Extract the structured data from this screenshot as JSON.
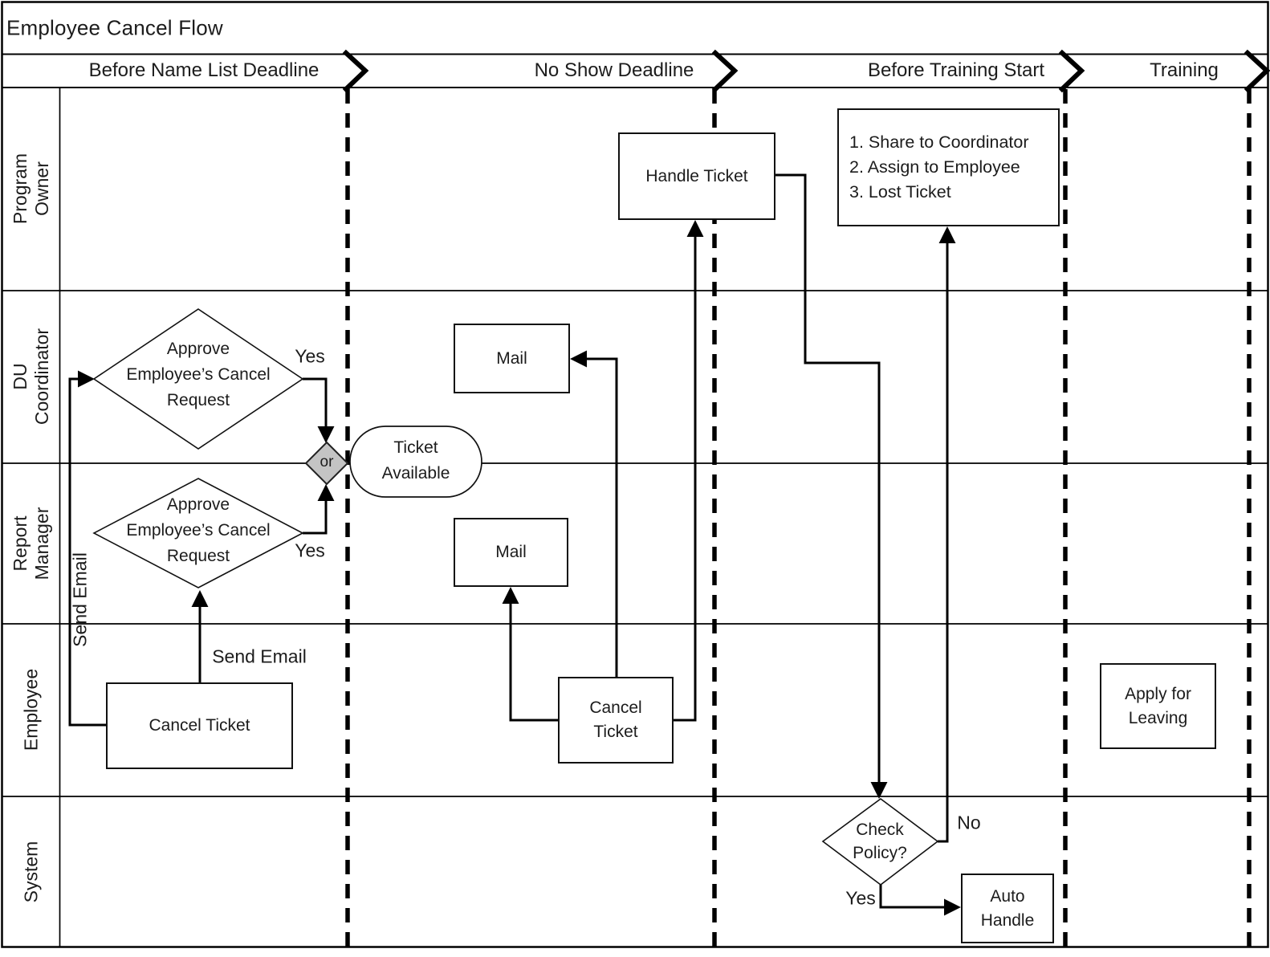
{
  "title": "Employee Cancel Flow",
  "phases": [
    {
      "label": "Before Name List Deadline"
    },
    {
      "label": "No Show Deadline"
    },
    {
      "label": "Before Training Start"
    },
    {
      "label": "Training"
    }
  ],
  "lanes": [
    {
      "label_lines": [
        "Program",
        "Owner"
      ]
    },
    {
      "label_lines": [
        "DU",
        "Coordinator"
      ]
    },
    {
      "label_lines": [
        "Report",
        "Manager"
      ]
    },
    {
      "label_lines": [
        "Employee"
      ]
    },
    {
      "label_lines": [
        "System"
      ]
    }
  ],
  "nodes": {
    "handle_ticket": {
      "label": "Handle Ticket"
    },
    "owner_options": {
      "lines": [
        "1. Share to Coordinator",
        "2. Assign to Employee",
        "3. Lost Ticket"
      ]
    },
    "approve_du": {
      "lines": [
        "Approve",
        "Employee’s Cancel",
        "Request"
      ]
    },
    "approve_rm": {
      "lines": [
        "Approve",
        "Employee’s Cancel",
        "Request"
      ]
    },
    "or_gate": {
      "label": "or"
    },
    "ticket_available": {
      "lines": [
        "Ticket",
        "Available"
      ]
    },
    "mail_du": {
      "label": "Mail"
    },
    "mail_rm": {
      "label": "Mail"
    },
    "cancel_ticket_employee": {
      "label": "Cancel Ticket"
    },
    "cancel_ticket_noshow": {
      "lines": [
        "Cancel",
        "Ticket"
      ]
    },
    "apply_for_leaving": {
      "lines": [
        "Apply for",
        "Leaving"
      ]
    },
    "check_policy": {
      "lines": [
        "Check",
        "Policy?"
      ]
    },
    "auto_handle": {
      "lines": [
        "Auto",
        "Handle"
      ]
    }
  },
  "edge_labels": {
    "yes_du": "Yes",
    "yes_rm": "Yes",
    "send_email_up": "Send Email",
    "send_email_left": "Send Email",
    "no_policy": "No",
    "yes_policy": "Yes"
  },
  "colors": {
    "line": "#000000",
    "or_fill": "#c4c4c4",
    "background": "#ffffff"
  }
}
